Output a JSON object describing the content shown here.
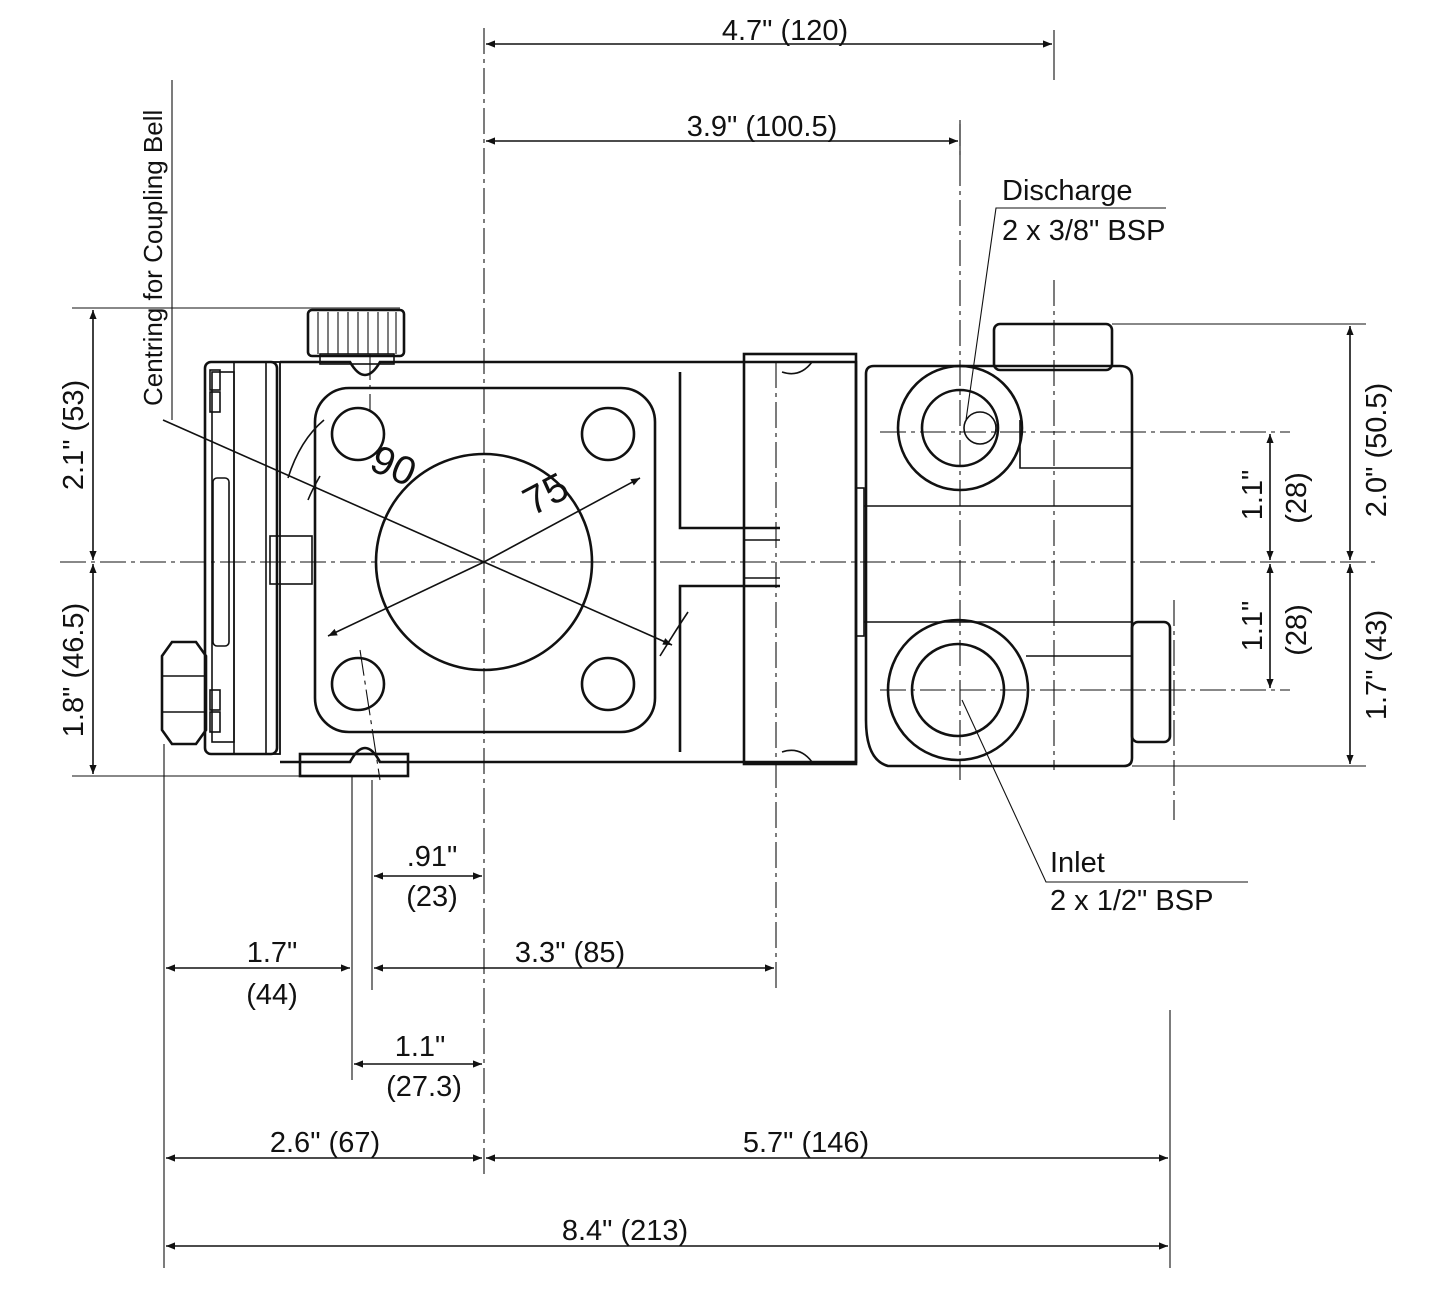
{
  "dimensions": {
    "top_width": "4.7\" (120)",
    "port_offset": "3.9\" (100.5)",
    "upper_height": "2.1\" (53)",
    "lower_height": "1.8\" (46.5)",
    "discharge_spacing_in": "1.1\"",
    "discharge_spacing_mm": "(28)",
    "inlet_spacing_in": "1.1\"",
    "inlet_spacing_mm": "(28)",
    "right_upper_height": "2.0\" (50.5)",
    "right_lower_height": "1.7\" (43)",
    "foot_offset_in": ".91\"",
    "foot_offset_mm": "(23)",
    "left_to_foot_in": "1.7\"",
    "left_to_foot_mm": "(44)",
    "center_to_bell": "3.3\" (85)",
    "foot_to_center_in": "1.1\"",
    "foot_to_center_mm": "(27.3)",
    "left_to_center": "2.6\" (67)",
    "center_to_right": "5.7\" (146)",
    "overall_length": "8.4\" (213)",
    "bolt_circle_large": "90",
    "bolt_circle_small": "75"
  },
  "labels": {
    "centring": "Centring for Coupling Bell",
    "discharge_title": "Discharge",
    "discharge_size": "2 x 3/8\" BSP",
    "inlet_title": "Inlet",
    "inlet_size": "2 x 1/2\" BSP"
  }
}
